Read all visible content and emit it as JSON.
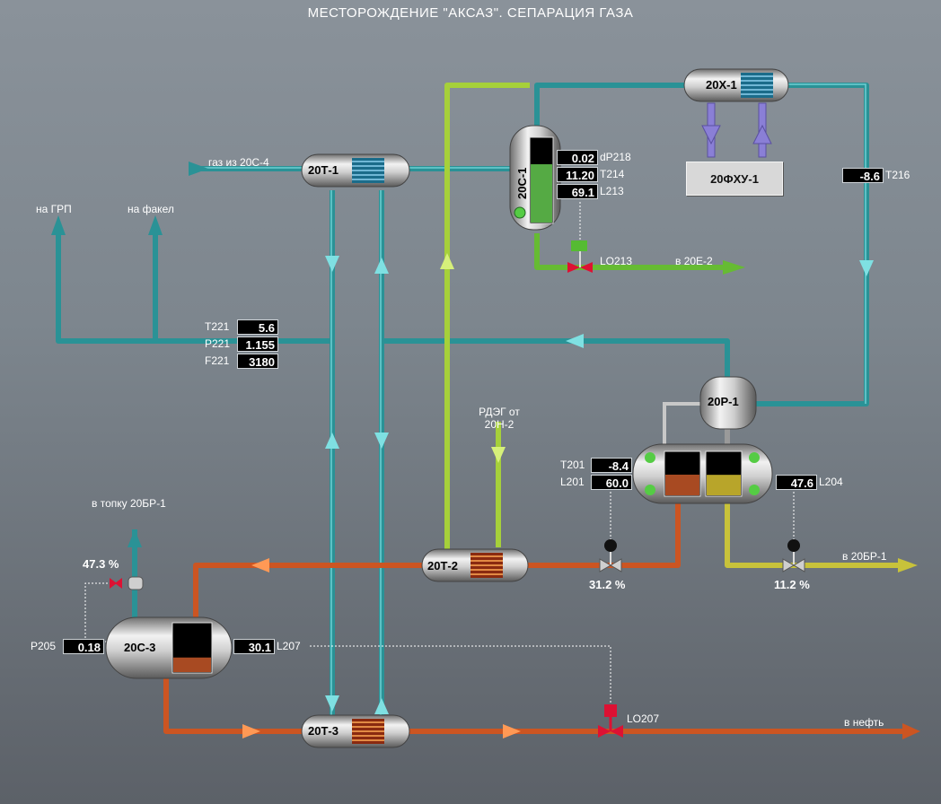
{
  "title": "МЕСТОРОЖДЕНИЕ  \"АКСАЗ\".  СЕПАРАЦИЯ ГАЗА",
  "colors": {
    "gas_pipe": "#2a9296",
    "glycol_pipe": "#a6d03a",
    "oil_pipe": "#cc5522",
    "yellow_pipe": "#c8c23a",
    "green_pipe": "#66bb33",
    "valve_red": "#dd1133"
  },
  "equipment": {
    "t1": "20Т-1",
    "c1": "20С-1",
    "x1": "20Х-1",
    "fhu": "20ФХУ-1",
    "p1": "20Р-1",
    "t2": "20Т-2",
    "c3": "20С-3",
    "t3": "20Т-3"
  },
  "labels": {
    "gas_in": "газ из 20С-4",
    "to_grp": "на ГРП",
    "to_flare": "на факел",
    "to_e2": "в 20Е-2",
    "to_br1": "в 20БР-1",
    "to_furnace": "в топку 20БР-1",
    "to_oil": "в нефть",
    "rdeg_line1": "РДЭГ от",
    "rdeg_line2": "20Н-2",
    "lo213": "LO213",
    "lo207": "LO207"
  },
  "readouts": {
    "dP218": {
      "tag": "dP218",
      "value": "0.02"
    },
    "T214": {
      "tag": "T214",
      "value": "11.20"
    },
    "L213": {
      "tag": "L213",
      "value": "69.1"
    },
    "T216": {
      "tag": "T216",
      "value": "-8.6"
    },
    "T221": {
      "tag": "T221",
      "value": "5.6"
    },
    "P221": {
      "tag": "P221",
      "value": "1.155"
    },
    "F221": {
      "tag": "F221",
      "value": "3180"
    },
    "T201": {
      "tag": "T201",
      "value": "-8.4"
    },
    "L201": {
      "tag": "L201",
      "value": "60.0"
    },
    "L204": {
      "tag": "L204",
      "value": "47.6"
    },
    "P205": {
      "tag": "P205",
      "value": "0.18"
    },
    "L207": {
      "tag": "L207",
      "value": "30.1"
    }
  },
  "valves": {
    "v201": "31.2 %",
    "v204": "11.2 %",
    "v205": "47.3 %"
  },
  "levels": {
    "c1_level_pct": 69.1,
    "c3_level_pct": 30.1,
    "r1_left_level_pct": 60.0,
    "r1_right_level_pct": 47.6
  }
}
